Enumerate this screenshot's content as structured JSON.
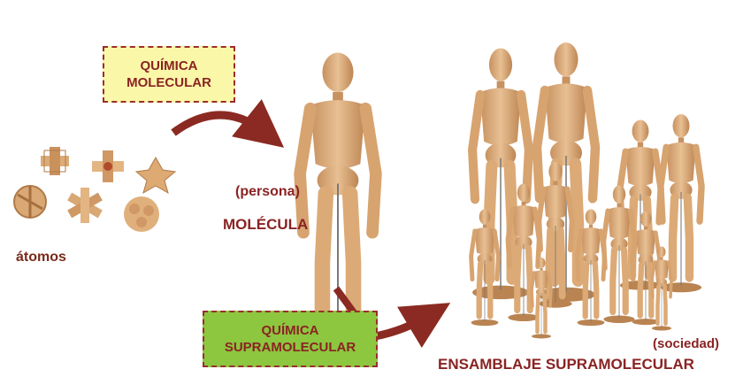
{
  "boxes": {
    "molecular": {
      "line1": "QUÍMICA",
      "line2": "MOLECULAR"
    },
    "supramolecular": {
      "line1": "QUÍMICA",
      "line2": "SUPRAMOLECULAR"
    }
  },
  "labels": {
    "atoms": "átomos",
    "person": "(persona)",
    "molecule": "MOLÉCULA",
    "society": "(sociedad)",
    "assembly": "ENSAMBLAJE SUPRAMOLECULAR"
  },
  "colors": {
    "arrow": "#8b2a22",
    "label_text": "#8a2323",
    "yellow_box": "#fbf7a8",
    "green_box": "#8dc63f",
    "wood": "#d9a874",
    "wood_dark": "#b98452"
  }
}
